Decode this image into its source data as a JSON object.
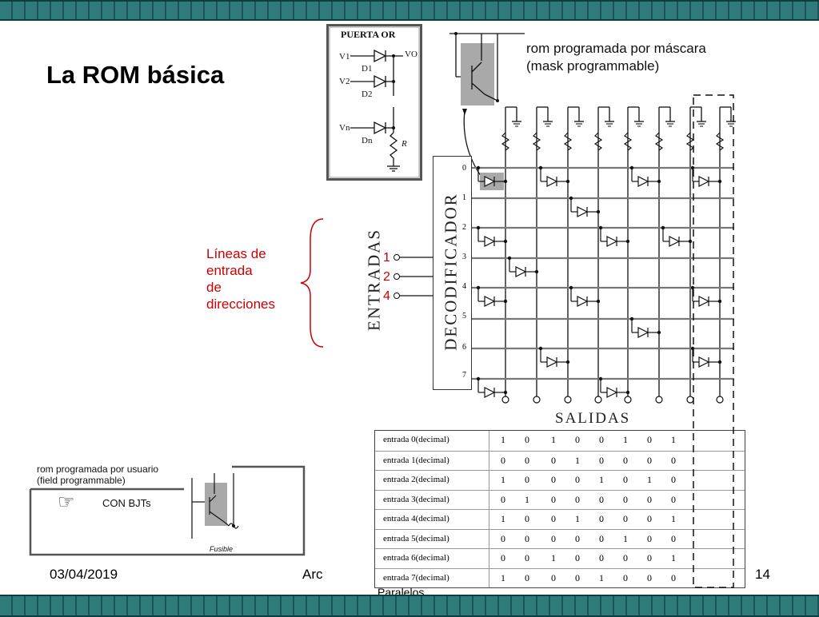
{
  "slide": {
    "title": "La ROM básica",
    "date": "03/04/2019",
    "course_visible": "Arc",
    "course_overflow": "Paralelos",
    "page_number": "14"
  },
  "or_gate": {
    "title": "PUERTA OR",
    "inputs": [
      "V1",
      "V2",
      "Vn"
    ],
    "diodes": [
      "D1",
      "D2",
      "Dn"
    ],
    "output": "VO",
    "resistor": "R"
  },
  "mask_rom": {
    "line1": "rom programada por máscara",
    "line2": "(mask programmable)"
  },
  "field_rom": {
    "line1": "rom programada por usuario",
    "line2": "(field programmable)",
    "pointer_text": "CON BJTs",
    "fuse_label": "Fusible",
    "pointer_icon": "pointing-hand-icon"
  },
  "address_lines": {
    "label_lines": [
      "Líneas de",
      "entrada",
      "de",
      "direcciones"
    ],
    "inputs": [
      "1",
      "2",
      "4"
    ],
    "entradas_label": "ENTRADAS"
  },
  "decoder": {
    "label": "DECODIFICADOR",
    "rows": [
      "0",
      "1",
      "2",
      "3",
      "4",
      "5",
      "6",
      "7"
    ]
  },
  "outputs_label": "SALIDAS",
  "truth_table": {
    "rows": [
      {
        "label": "entrada 0(decimal)",
        "bits": [
          "1",
          "0",
          "1",
          "0",
          "0",
          "1",
          "0",
          "1"
        ]
      },
      {
        "label": "entrada 1(decimal)",
        "bits": [
          "0",
          "0",
          "0",
          "1",
          "0",
          "0",
          "0",
          "0"
        ]
      },
      {
        "label": "entrada 2(decimal)",
        "bits": [
          "1",
          "0",
          "0",
          "0",
          "1",
          "0",
          "1",
          "0"
        ]
      },
      {
        "label": "entrada 3(decimal)",
        "bits": [
          "0",
          "1",
          "0",
          "0",
          "0",
          "0",
          "0",
          "0"
        ]
      },
      {
        "label": "entrada 4(decimal)",
        "bits": [
          "1",
          "0",
          "0",
          "1",
          "0",
          "0",
          "0",
          "1"
        ]
      },
      {
        "label": "entrada 5(decimal)",
        "bits": [
          "0",
          "0",
          "0",
          "0",
          "0",
          "1",
          "0",
          "0"
        ]
      },
      {
        "label": "entrada 6(decimal)",
        "bits": [
          "0",
          "0",
          "1",
          "0",
          "0",
          "0",
          "0",
          "1"
        ]
      },
      {
        "label": "entrada 7(decimal)",
        "bits": [
          "1",
          "0",
          "0",
          "0",
          "1",
          "0",
          "0",
          "0"
        ]
      }
    ]
  },
  "colors": {
    "accent_red": "#cc0000",
    "bar_teal": "#2f7a7a",
    "transistor_gray": "#a9a9a9"
  }
}
